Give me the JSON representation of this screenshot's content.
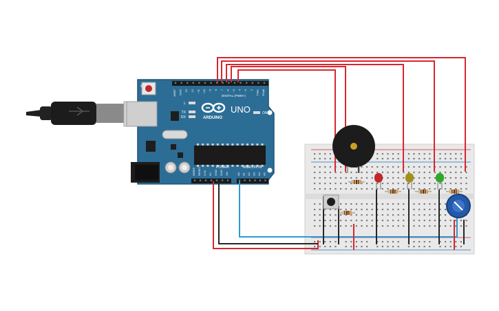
{
  "board": {
    "logo": "ARDUINO",
    "model": "UNO",
    "on_label": "ON",
    "tx_label": "TX",
    "rx_label": "RX",
    "l_label": "L",
    "header_top_label": "DIGITAL (PWM~)",
    "power_label": "POWER",
    "analog_label": "ANALOG IN",
    "top_pins": [
      "AREF",
      "GND",
      "13",
      "12",
      "~11",
      "~10",
      "~9",
      "8",
      "7",
      "~6",
      "~5",
      "4",
      "~3",
      "2",
      "TX▸1",
      "RX◂0"
    ],
    "power_pins": [
      "IOREF",
      "RESET",
      "3.3V",
      "5V",
      "GND",
      "GND",
      "Vin"
    ],
    "analog_pins": [
      "A0",
      "A1",
      "A2",
      "A3",
      "A4",
      "A5"
    ]
  },
  "colors": {
    "board": "#2c6d96",
    "board_dark": "#1f5479",
    "breadboard": "#e9e9e9",
    "wire_red": "#d7262e",
    "wire_black": "#262626",
    "wire_blue": "#2a9ad3",
    "led_red": "#c0272d",
    "led_yellow": "#a38f1a",
    "led_green": "#2fa82a",
    "buzzer": "#1c1c1c",
    "pot": "#2458a8"
  },
  "components": [
    "usb-cable",
    "arduino-uno",
    "breadboard",
    "piezo-buzzer",
    "push-button",
    "led-red",
    "led-yellow",
    "led-green",
    "potentiometer",
    "resistors"
  ]
}
